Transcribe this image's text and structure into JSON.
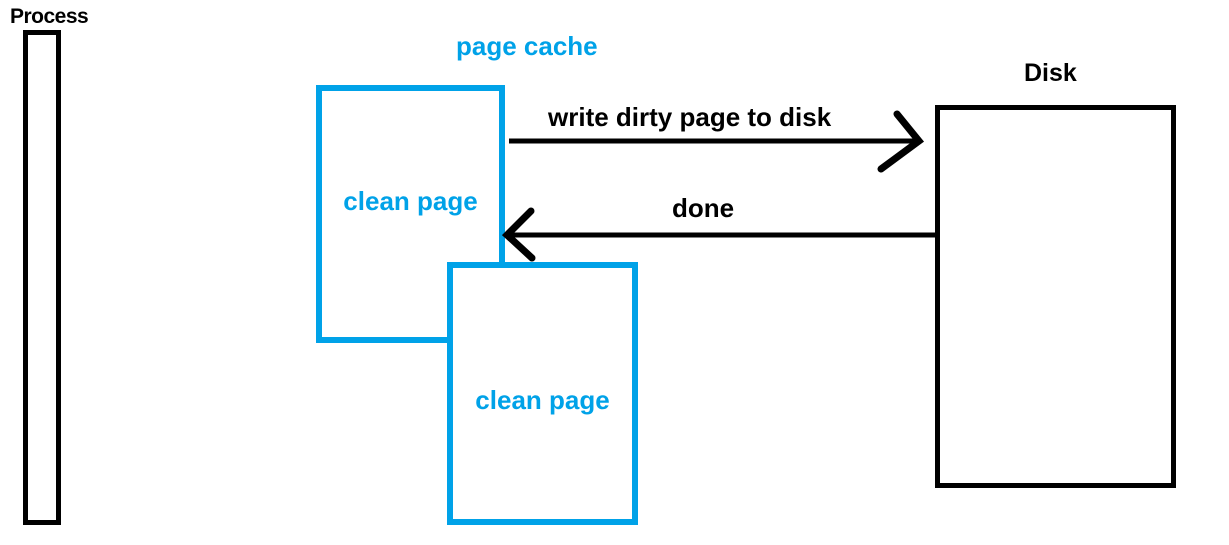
{
  "diagram": {
    "process": {
      "label": "Process"
    },
    "page_cache": {
      "label": "page cache",
      "pages": [
        {
          "label": "clean page"
        },
        {
          "label": "clean page"
        }
      ]
    },
    "disk": {
      "label": "Disk"
    },
    "arrows": [
      {
        "label": "write dirty page to disk",
        "from": "page cache",
        "to": "Disk",
        "direction": "right"
      },
      {
        "label": "done",
        "from": "Disk",
        "to": "page cache",
        "direction": "left"
      }
    ]
  },
  "colors": {
    "ink": "#000000",
    "accent": "#00a2e8",
    "background": "#ffffff"
  }
}
